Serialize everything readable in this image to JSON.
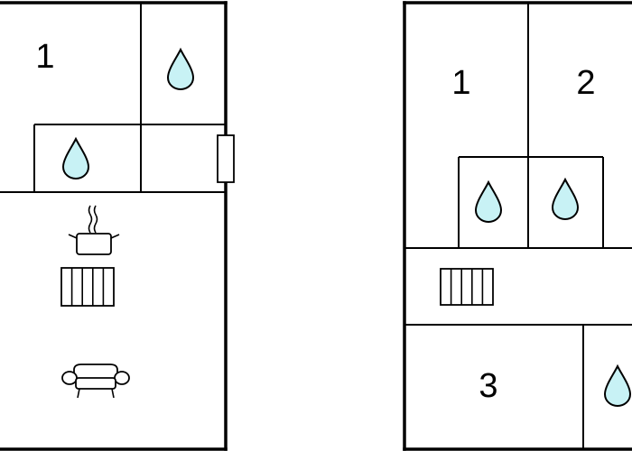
{
  "floorplan": {
    "left_plan": {
      "rooms": [
        {
          "label": "1"
        }
      ]
    },
    "right_plan": {
      "rooms": [
        {
          "label": "1"
        },
        {
          "label": "2"
        },
        {
          "label": "3"
        }
      ]
    },
    "icons": {
      "bathroom": "water-drop-icon",
      "kitchen": "cooking-pot-icon",
      "heating": "radiator-icon",
      "living": "sofa-icon",
      "door": "door-icon"
    },
    "colors": {
      "water": "#c8f2f5",
      "walls": "#000000",
      "background": "#ffffff"
    }
  }
}
